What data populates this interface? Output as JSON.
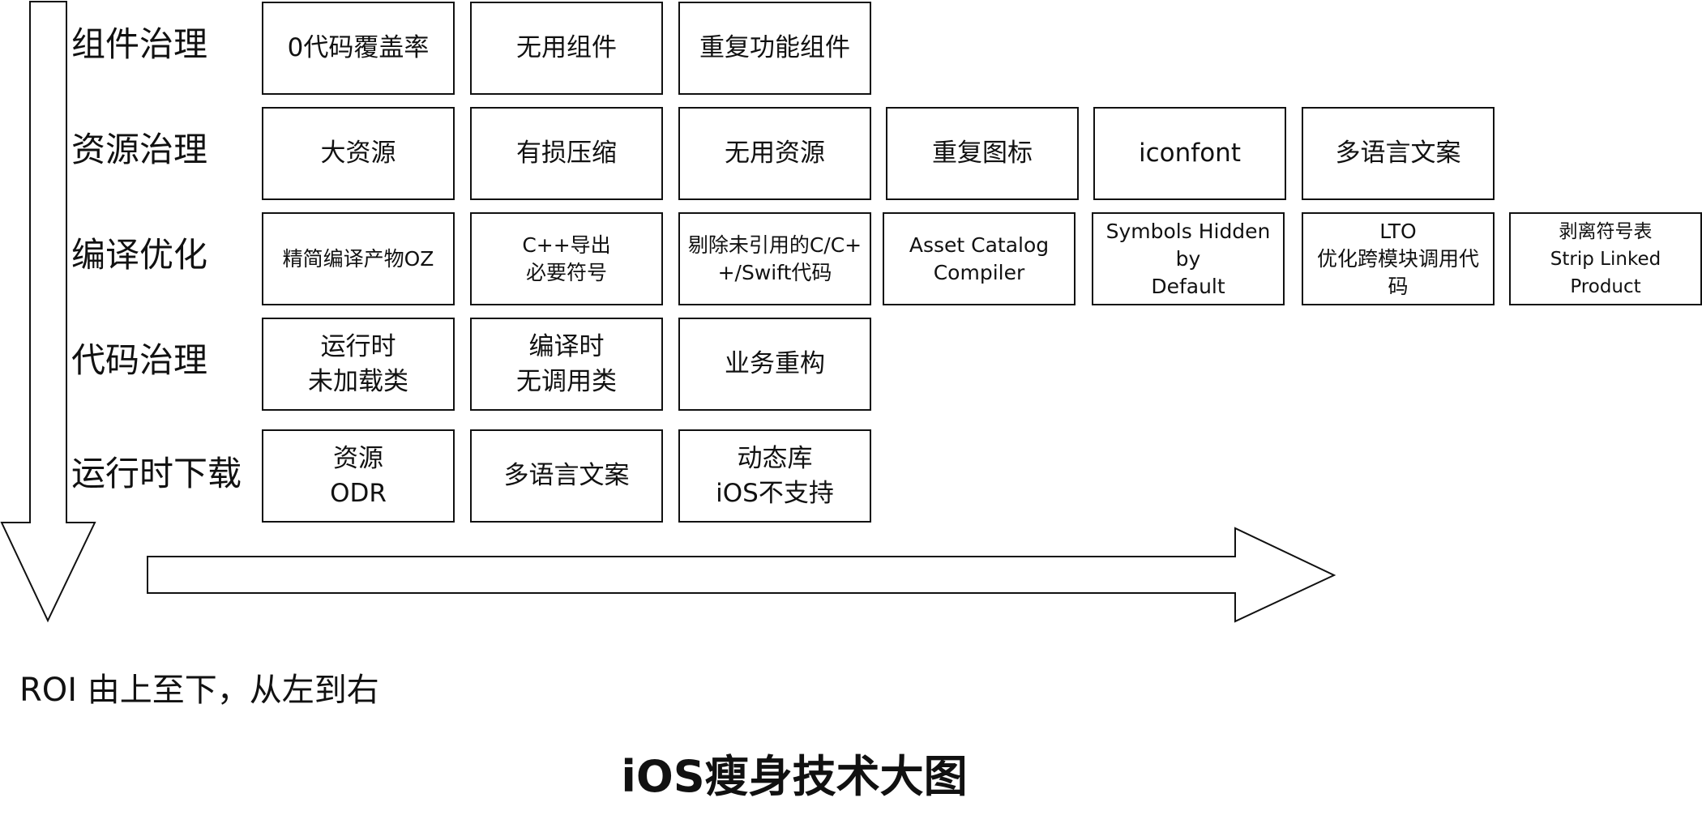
{
  "title": "iOS瘦身技术大图",
  "roi_note": "ROI 由上至下，从左到右",
  "rows": [
    {
      "label": "组件治理",
      "items": [
        "0代码覆盖率",
        "无用组件",
        "重复功能组件"
      ]
    },
    {
      "label": "资源治理",
      "items": [
        "大资源",
        "有损压缩",
        "无用资源",
        "重复图标",
        "iconfont",
        "多语言文案"
      ]
    },
    {
      "label": "编译优化",
      "items": [
        "精简编译产物OZ",
        "C++导出\n必要符号",
        "剔除未引用的C/C+\n+/Swift代码",
        "Asset Catalog\nCompiler",
        "Symbols Hidden by\nDefault",
        "LTO\n优化跨模块调用代码",
        "剥离符号表\nStrip Linked\nProduct"
      ]
    },
    {
      "label": "代码治理",
      "items": [
        "运行时\n未加载类",
        "编译时\n无调用类",
        "业务重构"
      ]
    },
    {
      "label": "运行时下载",
      "items": [
        "资源\nODR",
        "多语言文案",
        "动态库\niOS不支持"
      ]
    }
  ],
  "arrows": {
    "vertical": "down",
    "horizontal": "right"
  }
}
